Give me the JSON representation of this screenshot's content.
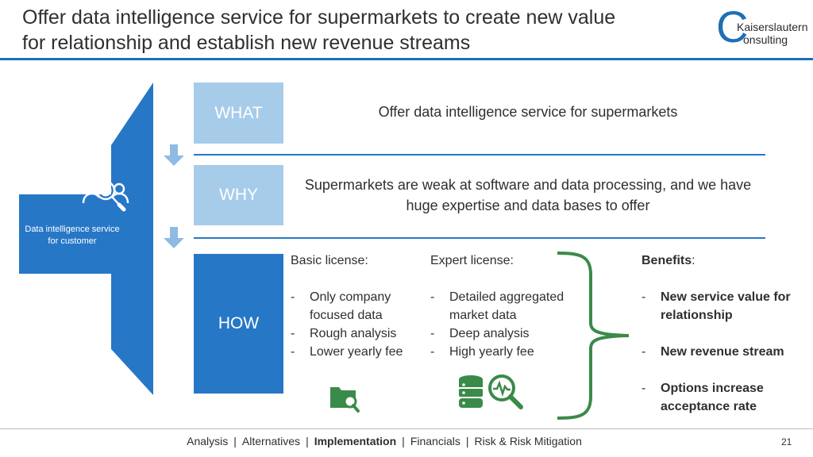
{
  "header": {
    "title_line1": "Offer data intelligence service for supermarkets to create new value",
    "title_line2": "for relationship and establish new revenue streams"
  },
  "logo": {
    "letter": "C",
    "line1": "Kaiserslautern",
    "line2": "onsulting",
    "color": "#1f6fb5"
  },
  "left_panel": {
    "caption": "Data intelligence service for customer",
    "icon": "people-search-icon"
  },
  "rows": {
    "what_label": "WHAT",
    "what_text": "Offer data intelligence service for supermarkets",
    "why_label": "WHY",
    "why_text": "Supermarkets are weak at software and data processing, and we have huge expertise and data bases to offer",
    "how_label": "HOW"
  },
  "basic": {
    "heading": "Basic license:",
    "items": [
      "Only company focused data",
      "Rough analysis",
      "Lower yearly fee"
    ],
    "icon": "folder-search-icon"
  },
  "expert": {
    "heading": "Expert license:",
    "items": [
      "Detailed aggregated market data",
      "Deep analysis",
      "High yearly fee"
    ],
    "icons": [
      "database-icon",
      "magnifier-chart-icon"
    ]
  },
  "benefits": {
    "heading": "Benefits",
    "heading_suffix": ":",
    "items": [
      "New service value for relationship",
      "New revenue stream",
      "Options increase acceptance rate"
    ]
  },
  "footer": {
    "items": [
      "Analysis",
      "Alternatives",
      "Implementation",
      "Financials",
      "Risk & Risk Mitigation"
    ],
    "separator": "|",
    "page_number": "21"
  },
  "colors": {
    "accent_blue": "#2777c7",
    "light_blue": "#a7ccea",
    "green": "#3a8a4a"
  }
}
